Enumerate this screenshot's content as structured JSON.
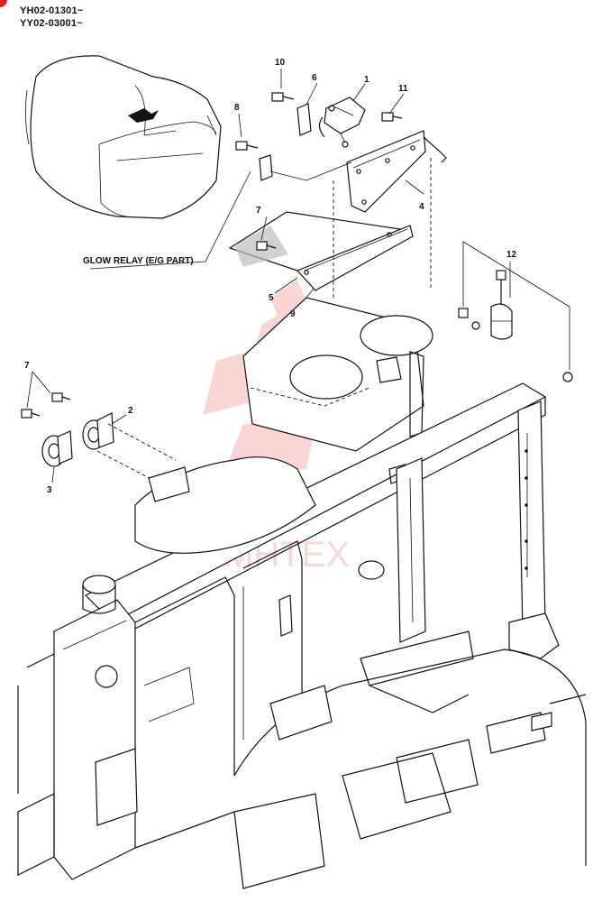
{
  "header": {
    "serial_1": "YH02-01301~",
    "serial_2": "YY02-03001~"
  },
  "callouts": {
    "glow_relay": "GLOW RELAY (E/G PART)",
    "part_1": "1",
    "part_2": "2",
    "part_3": "3",
    "part_4": "4",
    "part_5": "5",
    "part_6": "6",
    "part_7a": "7",
    "part_7b": "7",
    "part_8": "8",
    "part_9": "9",
    "part_10": "10",
    "part_11": "11",
    "part_12": "12"
  },
  "watermark": {
    "text": "MHTEX",
    "color": "#f4a3a3"
  },
  "colors": {
    "line": "#111111",
    "corner_mark": "#e0202a"
  }
}
